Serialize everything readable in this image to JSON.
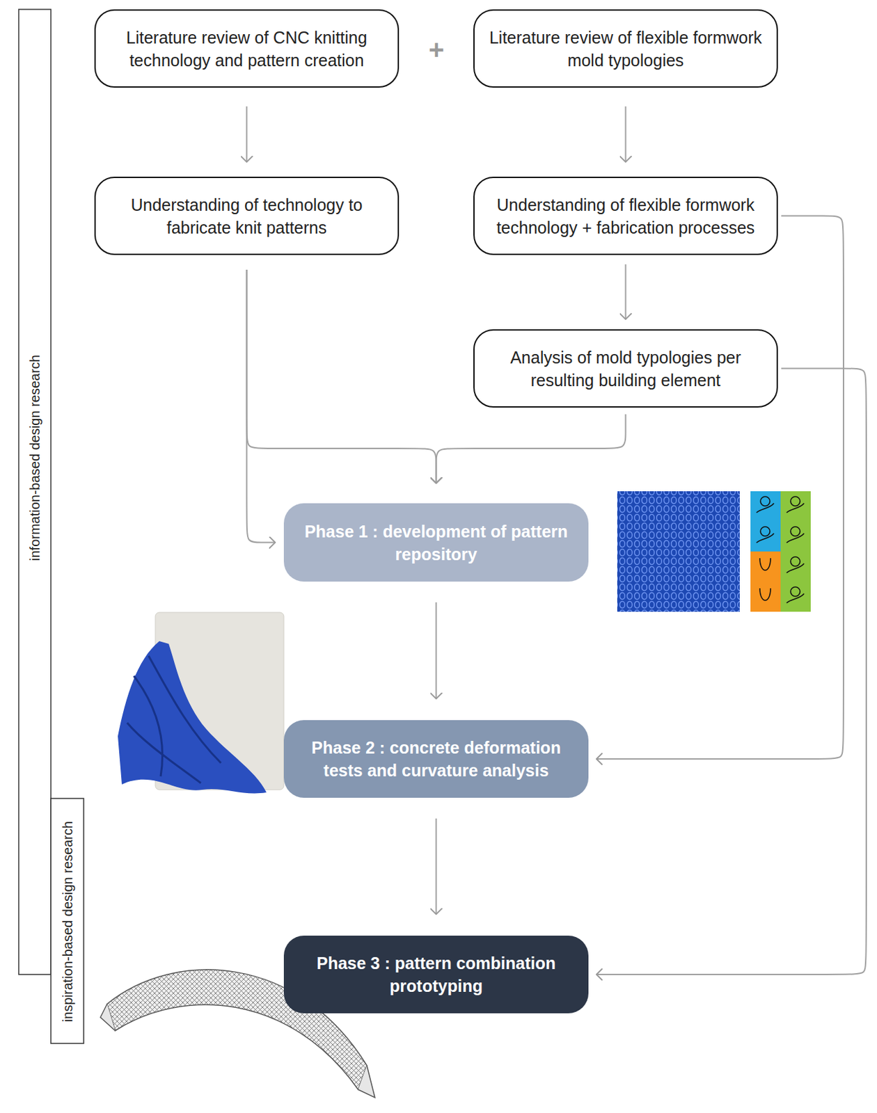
{
  "diagram": {
    "nodes": [
      {
        "text": [
          "Literature review of CNC knitting technology and pattern creation"
        ]
      },
      {
        "text": [
          "Literature review of flexible formwork mold typologies"
        ]
      },
      {
        "text": [
          "Understanding of technology to fabricate knit patterns"
        ]
      },
      {
        "text": [
          "Understanding of flexible formwork technology + fabrication processes"
        ]
      },
      {
        "text": [
          "Analysis of mold typologies per resulting building element"
        ]
      },
      {
        "text": [
          "Phase 1 : development of pattern repository"
        ]
      },
      {
        "text": [
          "Phase 2 : concrete deformation tests and curvature analysis"
        ]
      },
      {
        "text": [
          "Phase 3 : pattern combination prototyping"
        ]
      }
    ],
    "edges": [
      {
        "from": 0,
        "to": 2,
        "arrow": "to"
      },
      {
        "from": 1,
        "to": 3,
        "arrow": "to"
      },
      {
        "from": 3,
        "to": 4,
        "arrow": "to"
      },
      {
        "from": 2,
        "to": 5,
        "arrow": "to"
      },
      {
        "from": 4,
        "to": 5,
        "arrow": "to"
      },
      {
        "from": 2,
        "to": 5,
        "arrow": "to"
      },
      {
        "from": 5,
        "to": 6,
        "arrow": "to"
      },
      {
        "from": 3,
        "to": 6,
        "arrow": "to"
      },
      {
        "from": 6,
        "to": 7,
        "arrow": "to"
      },
      {
        "from": 4,
        "to": 7,
        "arrow": "to"
      }
    ],
    "labels": [
      "+",
      "information-based design research",
      "inspiration-based design research"
    ]
  }
}
